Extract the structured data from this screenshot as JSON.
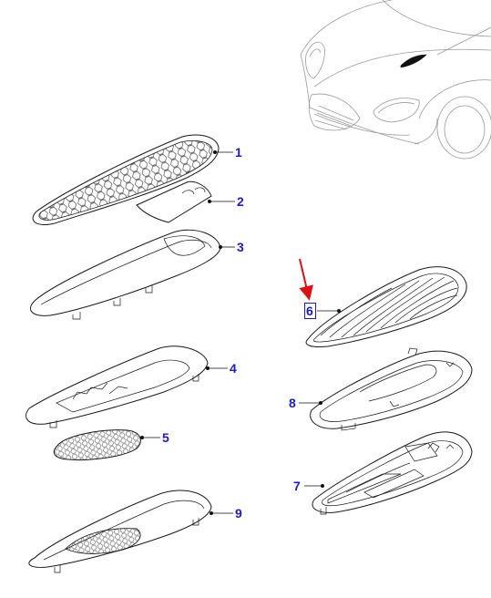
{
  "diagram": {
    "callouts": [
      {
        "id": "c1",
        "label": "1"
      },
      {
        "id": "c2",
        "label": "2"
      },
      {
        "id": "c3",
        "label": "3"
      },
      {
        "id": "c4",
        "label": "4"
      },
      {
        "id": "c5",
        "label": "5"
      },
      {
        "id": "c6",
        "label": "6",
        "highlighted": true
      },
      {
        "id": "c7",
        "label": "7"
      },
      {
        "id": "c8",
        "label": "8"
      },
      {
        "id": "c9",
        "label": "9"
      }
    ],
    "colors": {
      "callout": "#1a1acc",
      "arrow": "#dd1111",
      "line": "#1a1a1a",
      "car": "#9a9a9a",
      "mesh": "#444444"
    }
  }
}
